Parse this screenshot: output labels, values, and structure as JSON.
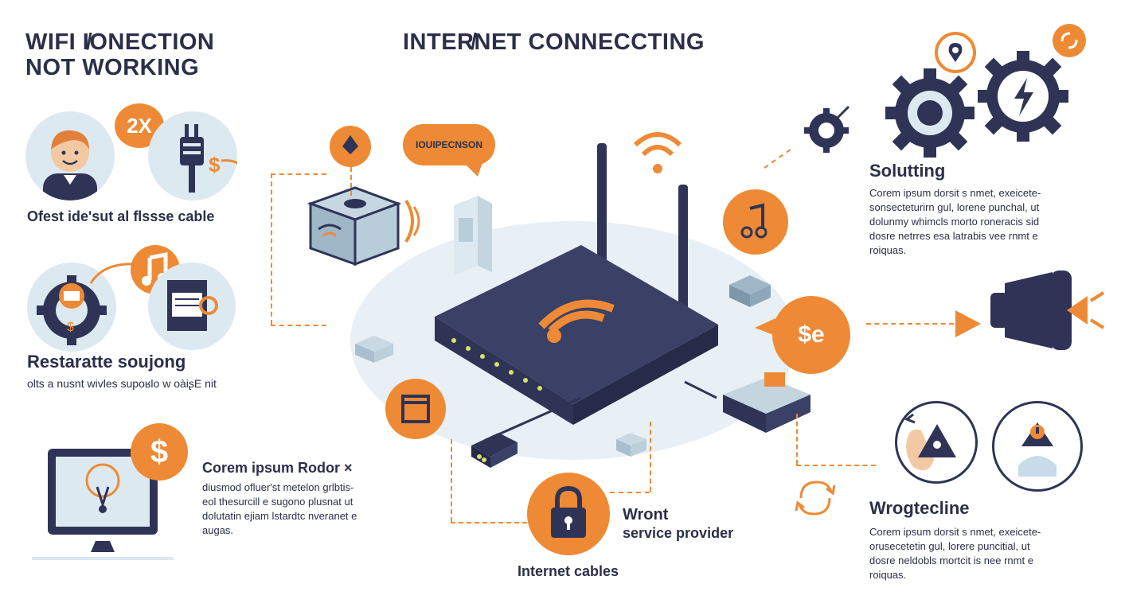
{
  "header": {
    "left_title_line1": "WIFI I<del≯</del>ONECTION",
    "left_title_line1_plain": "WIFI I̸ONECTION",
    "left_title_line2": "NOT WORKING",
    "center_title": "INTER̸NET CONNECCTING"
  },
  "left_panel": {
    "caption1": "Ofest ideʹsut al flssse cable",
    "badge1": "2X",
    "heading2": "Restaratte soujong",
    "caption2": "olts a nusnt wivles supoʁlo w oàiʂE nit",
    "heading3": "Corem ipsum Rodor ×",
    "body3": [
      "diusmod ofluer'st metelon grlbtis-",
      "eol thesurcill e sugono plusnat ut",
      "dolutatin ejiam lstardtc nveranet e",
      "augas."
    ],
    "dollar_badge": "$"
  },
  "center": {
    "callout_label": "IOUIPECNSON",
    "lock_title_line1": "Wront",
    "lock_title_line2": "service provider",
    "cables_label": "Internet cables",
    "dollar_callout": "$e"
  },
  "right_panel": {
    "heading1": "Solutting",
    "body1": [
      "Corem ipsum dorsit s nmet, exeicete-",
      "sonsecteturirn gul, lorene punchal, ut",
      "dolunmy whimcls morto roneracis sid",
      "dosre netrres esa latrabis vee rnmt e",
      "roiquas."
    ],
    "heading2": "Wrogtecline",
    "body2": [
      "Corem ipsum dorsit s nmet, exeicete-",
      "orusecetetin gul, lorere puncitial, ut",
      "dosre neldobls mortcit is nee rnmt e",
      "roiquas."
    ]
  },
  "colors": {
    "accent": "#ee8a35",
    "navy": "#2f3457",
    "pale": "#dde9f1"
  },
  "icons": [
    "person-avatar-icon",
    "power-plug-icon",
    "gear-basket-icon",
    "music-note-icon",
    "monitor-bulb-icon",
    "dollar-gear-icon",
    "router-icon",
    "wifi-icon",
    "lock-icon",
    "gear-icon",
    "location-pin-icon",
    "lightning-gear-icon",
    "megaphone-icon",
    "warning-icon",
    "sync-icon"
  ]
}
